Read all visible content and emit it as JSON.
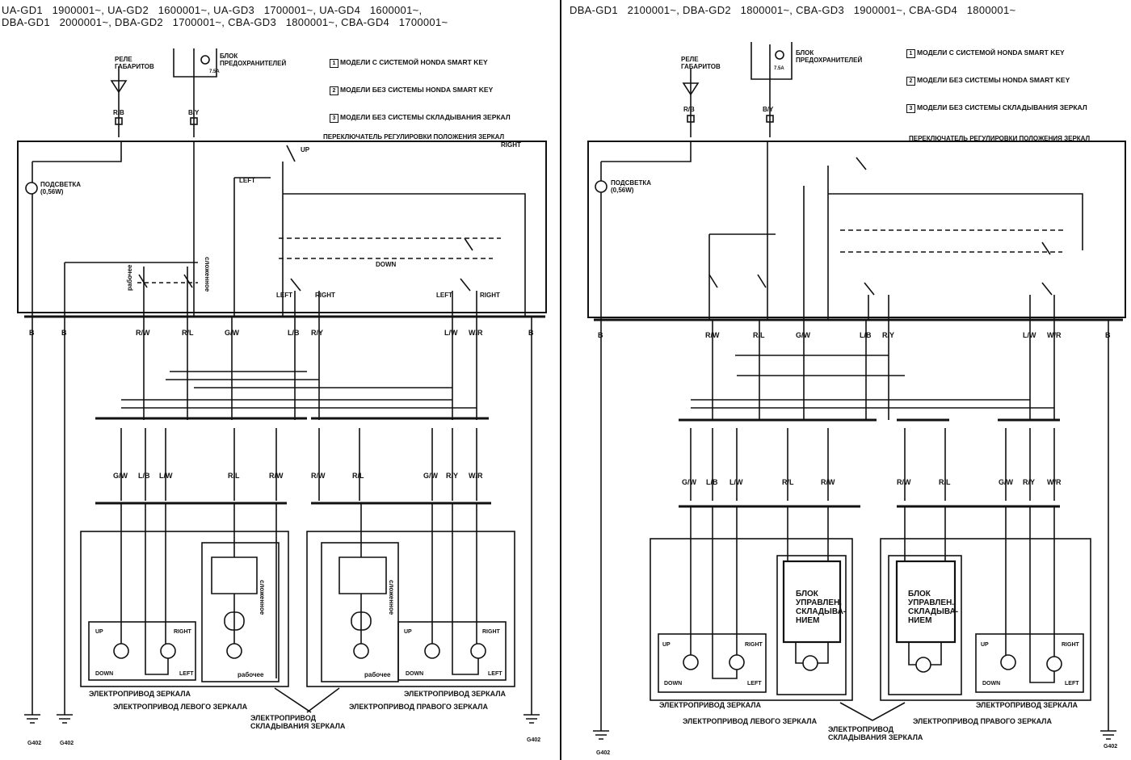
{
  "left": {
    "header_line1": "UA-GD1   1900001~, UA-GD2   1600001~, UA-GD3   1700001~, UA-GD4   1600001~,",
    "header_line2": "DBA-GD1   2000001~, DBA-GD2   1700001~, CBA-GD3   1800001~, CBA-GD4   1700001~",
    "legend": [
      "МОДЕЛИ С СИСТЕМОЙ HONDA SMART KEY",
      "МОДЕЛИ БЕЗ СИСТЕМЫ HONDA SMART KEY",
      "МОДЕЛИ БЕЗ СИСТЕМЫ СКЛАДЫВАНИЯ ЗЕРКАЛ"
    ],
    "relay_label": "РЕЛЕ\nГАБАРИТОВ",
    "fuse_block_label": "БЛОК\nПРЕДОХРАНИТЕЛЕЙ",
    "fuse_rating": "7.5A",
    "switch_title": "ПЕРЕКЛЮЧАТЕЛЬ РЕГУЛИРОВКИ ПОЛОЖЕНИЯ ЗЕРКАЛ",
    "backlight": "ПОДСВЕТКА\n(0,56W)",
    "top_wires": [
      "R/B",
      "B/Y"
    ],
    "switch_labels": [
      "UP",
      "LEFT",
      "RIGHT",
      "DOWN",
      "LEFT",
      "RIGHT",
      "LEFT",
      "RIGHT",
      "рабочее",
      "сложенное"
    ],
    "bottom_wires": [
      "B",
      "B",
      "R/W",
      "R/L",
      "G/W",
      "L/B",
      "R/Y",
      "L/W",
      "W/R",
      "B"
    ],
    "lower_wires_left": [
      "G/W",
      "L/B",
      "L/W",
      "R/L",
      "R/W"
    ],
    "lower_wires_right": [
      "R/W",
      "R/L",
      "G/W",
      "R/Y",
      "W/R"
    ],
    "mirror_motor_left": "ЭЛЕКТРОПРИВОД ЗЕРКАЛА",
    "mirror_motor_right": "ЭЛЕКТРОПРИВОД ЗЕРКАЛА",
    "left_mirror": "ЭЛЕКТРОПРИВОД ЛЕВОГО ЗЕРКАЛА",
    "right_mirror": "ЭЛЕКТРОПРИВОД ПРАВОГО ЗЕРКАЛА",
    "fold_drive": "ЭЛЕКТРОПРИВОД\nСКЛАДЫВАНИЯ ЗЕРКАЛА",
    "fold_states": [
      "рабочее",
      "сложенное"
    ],
    "motor_dirs": [
      "UP",
      "DOWN",
      "RIGHT",
      "LEFT"
    ],
    "ground": "G402"
  },
  "right": {
    "header_line1": "DBA-GD1   2100001~, DBA-GD2   1800001~, CBA-GD3   1900001~, CBA-GD4   1800001~",
    "legend": [
      "МОДЕЛИ С СИСТЕМОЙ HONDA SMART KEY",
      "МОДЕЛИ БЕЗ СИСТЕМЫ HONDA SMART KEY",
      "МОДЕЛИ БЕЗ СИСТЕМЫ СКЛАДЫВАНИЯ ЗЕРКАЛ"
    ],
    "relay_label": "РЕЛЕ\nГАБАРИТОВ",
    "fuse_block_label": "БЛОК\nПРЕДОХРАНИТЕЛЕЙ",
    "fuse_rating": "7.5A",
    "switch_title": "ПЕРЕКЛЮЧАТЕЛЬ РЕГУЛИРОВКИ ПОЛОЖЕНИЯ ЗЕРКАЛ",
    "backlight": "ПОДСВЕТКА\n(0,56W)",
    "top_wires": [
      "R/B",
      "B/Y"
    ],
    "bottom_wires": [
      "B",
      "R/W",
      "R/L",
      "G/W",
      "L/B",
      "R/Y",
      "L/W",
      "W/R",
      "B"
    ],
    "lower_wires_left": [
      "G/W",
      "L/B",
      "L/W",
      "R/L",
      "R/W"
    ],
    "lower_wires_right": [
      "R/W",
      "R/L",
      "G/W",
      "R/Y",
      "W/R"
    ],
    "fold_unit": "БЛОК\nУПРАВЛЕН.\nСКЛАДЫВА-\nНИЕМ",
    "mirror_motor_left": "ЭЛЕКТРОПРИВОД ЗЕРКАЛА",
    "mirror_motor_right": "ЭЛЕКТРОПРИВОД ЗЕРКАЛА",
    "left_mirror": "ЭЛЕКТРОПРИВОД ЛЕВОГО ЗЕРКАЛА",
    "right_mirror": "ЭЛЕКТРОПРИВОД ПРАВОГО ЗЕРКАЛА",
    "fold_drive": "ЭЛЕКТРОПРИВОД\nСКЛАДЫВАНИЯ ЗЕРКАЛА",
    "motor_dirs": [
      "UP",
      "DOWN",
      "RIGHT",
      "LEFT"
    ],
    "ground": "G402"
  }
}
